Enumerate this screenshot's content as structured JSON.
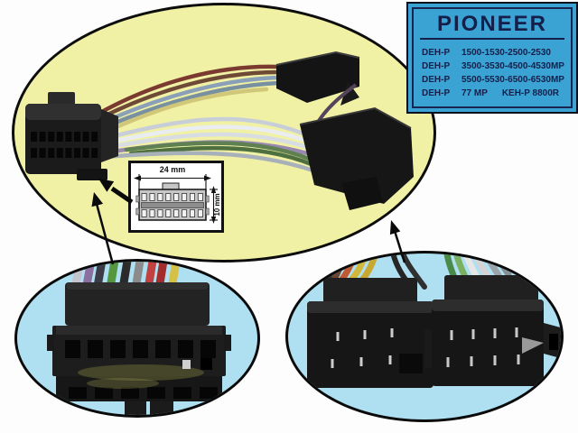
{
  "window": {
    "background": "#fdfdfd"
  },
  "pioneer_label": {
    "brand": "PIONEER",
    "bg_color": "#3ba2d4",
    "border_color": "#1a2450",
    "text_color": "#14204a",
    "rows": [
      {
        "model": "DEH-P",
        "codes": "1500-1530-2500-2530",
        "extra": ""
      },
      {
        "model": "DEH-P",
        "codes": "3500-3530-4500-4530MP",
        "extra": ""
      },
      {
        "model": "DEH-P",
        "codes": "5500-5530-6500-6530MP",
        "extra": ""
      },
      {
        "model": "DEH-P",
        "codes": "77 MP",
        "extra": "KEH-P 8800R"
      }
    ]
  },
  "dimension_inset": {
    "width_label": "24 mm",
    "height_label": "10 mm"
  },
  "main_photo_oval": {
    "bg_color": "#f1f1a6",
    "border_color": "#0d0d0d"
  },
  "closeup_ovals": {
    "bg_color": "#aee0f2",
    "border_color": "#0a0a0a"
  },
  "wires": {
    "harness": [
      "#7a3a30",
      "#6e4a36",
      "#8aa0b8",
      "#78909f",
      "#d0c878",
      "#c8ced8",
      "#e9ecf1",
      "#d8dde4",
      "#9888b0",
      "#5f8050",
      "#4e7040",
      "#a8b0ba",
      "#54445a"
    ],
    "closeup_left": [
      "#c4c4cc",
      "#8a6fa0",
      "#3c3c46",
      "#55963e",
      "#2b2b2b",
      "#8b8b8b",
      "#c14040",
      "#a42c2c",
      "#d6c046"
    ],
    "closeup_right_left": [
      "#3a2a22",
      "#6a4632",
      "#c05a32",
      "#d2b83a",
      "#c8a830"
    ],
    "closeup_right_mid": [
      "#262626",
      "#303030"
    ],
    "closeup_right_right": [
      "#4a8a4a",
      "#7ab062",
      "#e6e6e6",
      "#d4d4d4",
      "#9aa2aa",
      "#868e96"
    ]
  }
}
